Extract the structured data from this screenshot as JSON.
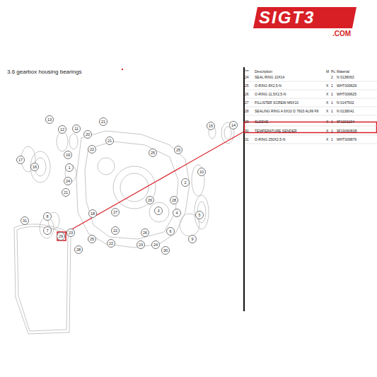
{
  "diagram": {
    "title": "3.6  gearbox housing bearings",
    "labels": [
      "SIGT3",
      ".COM",
      "Item",
      "Description",
      "M",
      "Pc.",
      "Material",
      "24",
      "SEAL RING 10X14",
      "2",
      "N 0138063",
      "25",
      "O-RING 8X2,5-N",
      "X",
      "1",
      "WHT009629",
      "26",
      "O-RING 11,5X2,5-N",
      "X",
      "1",
      "WHT009625",
      "27",
      "FILLISTER SCREW M6X10",
      "X",
      "1",
      "N 0147502",
      "28",
      "SEALING RING A 6X10 D 7603 AL99 F8",
      "X",
      "1",
      "N 0138041",
      "29",
      "SLEEVE",
      "X",
      "1",
      "9F1301194",
      "30",
      "TEMPERATURE SENDER",
      "X",
      "1",
      "9F1906081B",
      "31",
      "O-RING 250X2,5-N",
      "X",
      "1",
      "WHT009879",
      "13",
      "21",
      "12",
      "11",
      "20",
      "21",
      "15",
      "14",
      "17",
      "16",
      "19",
      "1",
      "22",
      "25",
      "25",
      "10",
      "2",
      "24",
      "21",
      "8",
      "7",
      "31",
      "18",
      "27",
      "26",
      "28",
      "3",
      "4",
      "5",
      "6",
      "9",
      "29",
      "23",
      "22",
      "22",
      "26",
      "24",
      "23",
      "30",
      "28",
      "25"
    ]
  }
}
